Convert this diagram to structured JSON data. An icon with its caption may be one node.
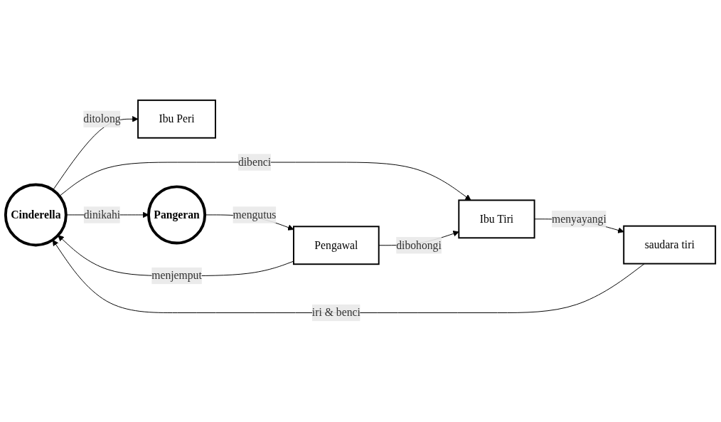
{
  "diagram": {
    "nodes": [
      {
        "text": [
          "Ibu Peri"
        ]
      },
      {
        "text": [
          "Cinderella"
        ]
      },
      {
        "text": [
          "Pangeran"
        ]
      },
      {
        "text": [
          "saudara tiri"
        ]
      },
      {
        "text": [
          "Pengawal"
        ]
      },
      {
        "text": [
          "Ibu Tiri"
        ]
      }
    ],
    "edges": [
      {
        "from": 1,
        "to": 0,
        "arrow": "to",
        "label": "ditolong"
      },
      {
        "from": 1,
        "to": 2,
        "arrow": "to",
        "label": "dinikahi"
      },
      {
        "from": 2,
        "to": 4,
        "arrow": "to",
        "label": "mengutus"
      },
      {
        "from": 3,
        "to": 1,
        "arrow": "to",
        "label": "iri & benci"
      },
      {
        "from": 1,
        "to": 5,
        "arrow": "to",
        "label": "dibenci"
      },
      {
        "from": 4,
        "to": 1,
        "arrow": "to",
        "label": "menjemput"
      },
      {
        "from": 5,
        "to": 3,
        "arrow": "to",
        "label": "menyayangi"
      },
      {
        "from": 4,
        "to": 5,
        "arrow": "to",
        "label": "dibohongi"
      }
    ]
  }
}
